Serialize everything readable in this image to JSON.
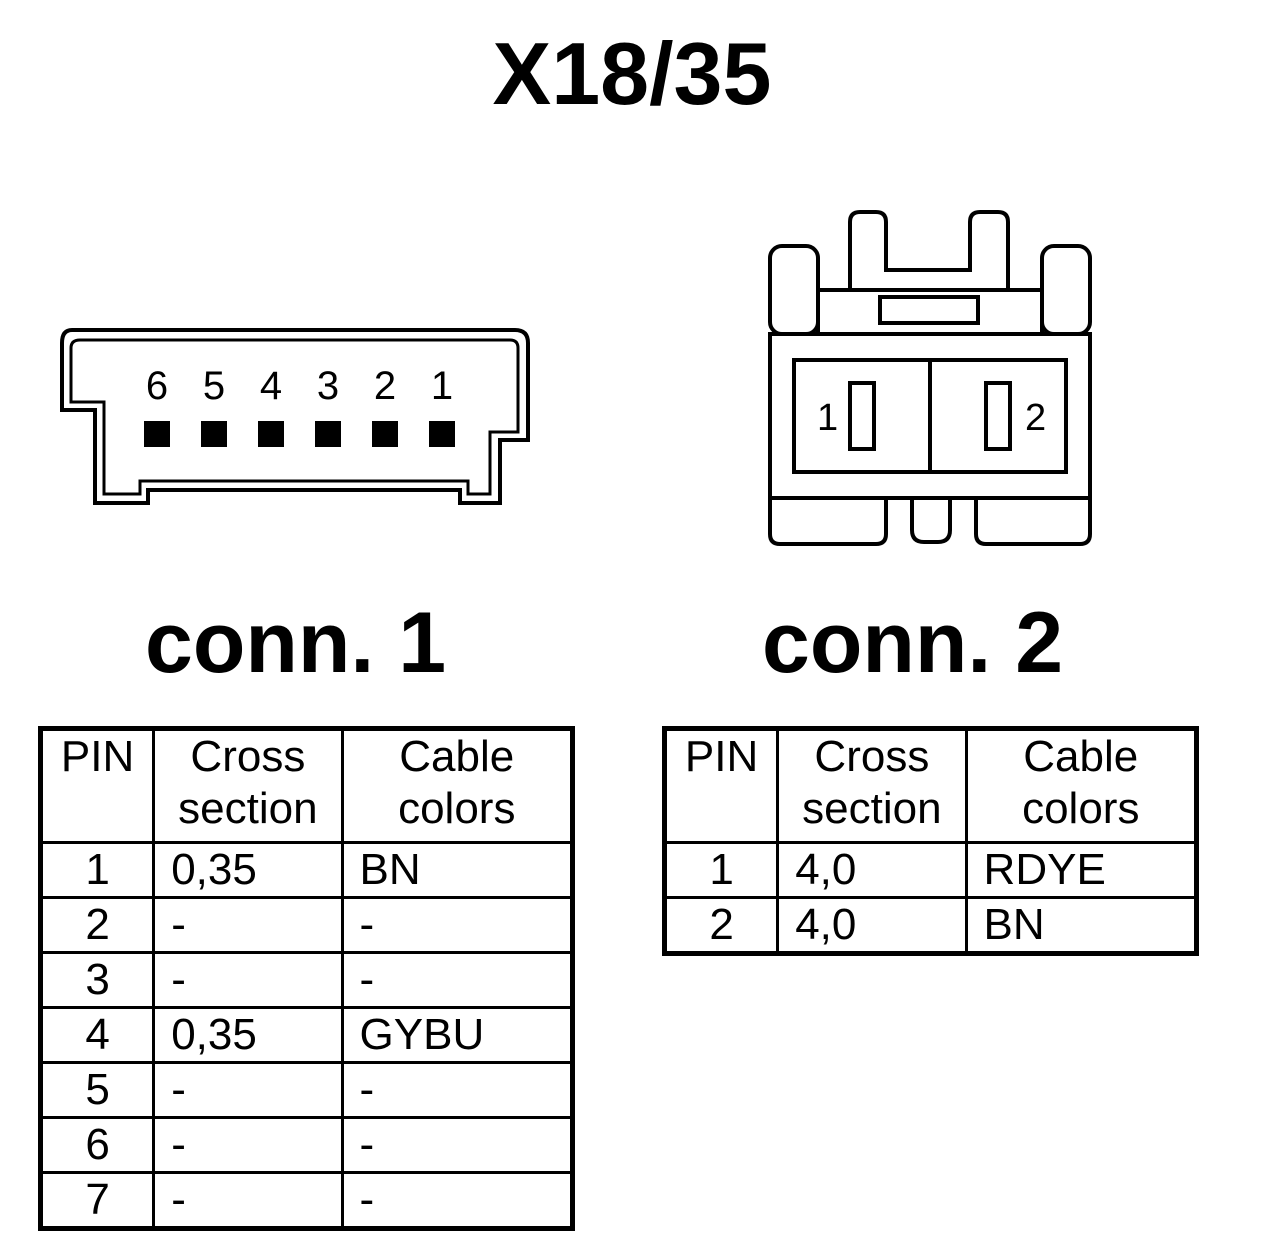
{
  "title": "X18/35",
  "conn1": {
    "label": "conn. 1",
    "pin_numbers": [
      "6",
      "5",
      "4",
      "3",
      "2",
      "1"
    ],
    "headers": {
      "pin": "PIN",
      "cross_l1": "Cross",
      "cross_l2": "section",
      "color_l1": "Cable",
      "color_l2": "colors"
    },
    "rows": [
      {
        "pin": "1",
        "cross": "0,35",
        "color": "BN"
      },
      {
        "pin": "2",
        "cross": "-",
        "color": "-"
      },
      {
        "pin": "3",
        "cross": "-",
        "color": "-"
      },
      {
        "pin": "4",
        "cross": "0,35",
        "color": "GYBU"
      },
      {
        "pin": "5",
        "cross": "-",
        "color": "-"
      },
      {
        "pin": "6",
        "cross": "-",
        "color": "-"
      },
      {
        "pin": "7",
        "cross": "-",
        "color": "-"
      }
    ]
  },
  "conn2": {
    "label": "conn. 2",
    "pin_numbers": [
      "1",
      "2"
    ],
    "headers": {
      "pin": "PIN",
      "cross_l1": "Cross",
      "cross_l2": "section",
      "color_l1": "Cable",
      "color_l2": "colors"
    },
    "rows": [
      {
        "pin": "1",
        "cross": "4,0",
        "color": "RDYE"
      },
      {
        "pin": "2",
        "cross": "4,0",
        "color": "BN"
      }
    ]
  }
}
